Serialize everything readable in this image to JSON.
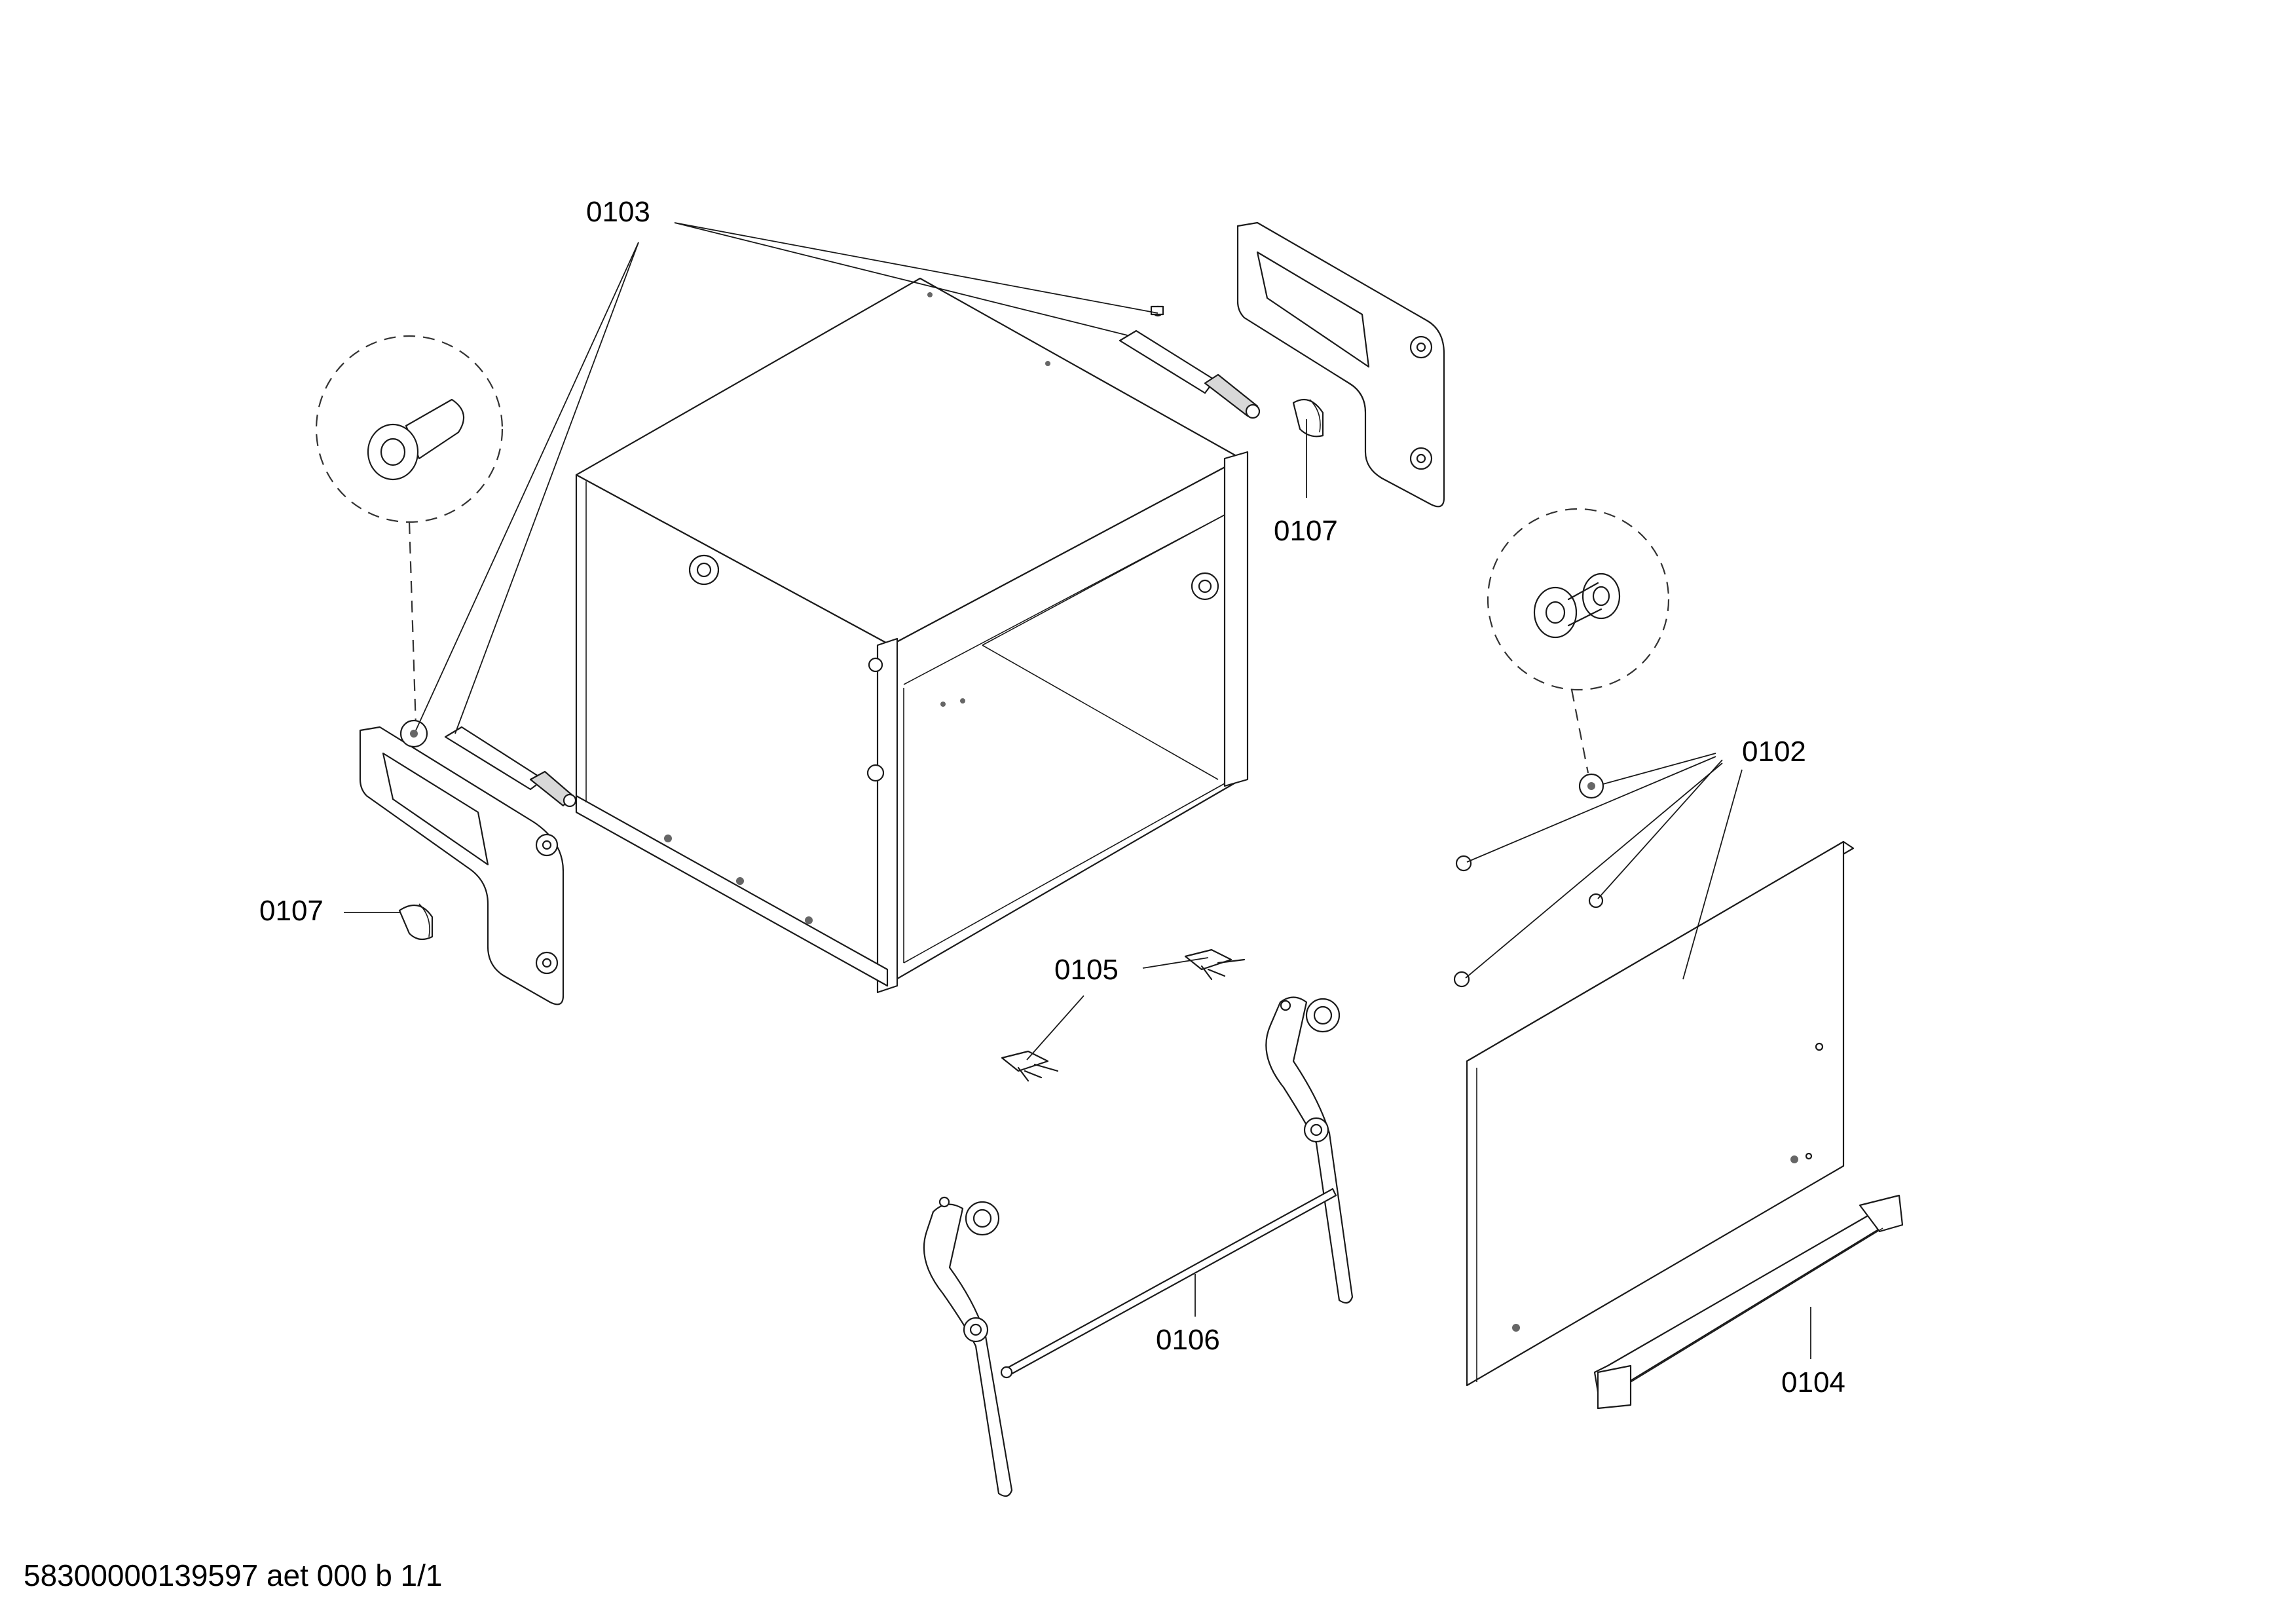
{
  "labels": {
    "l0103": "0103",
    "l0107a": "0107",
    "l0107b": "0107",
    "l0102": "0102",
    "l0105": "0105",
    "l0106": "0106",
    "l0104": "0104"
  },
  "footer": "58300000139597 aet 000 b 1/1"
}
